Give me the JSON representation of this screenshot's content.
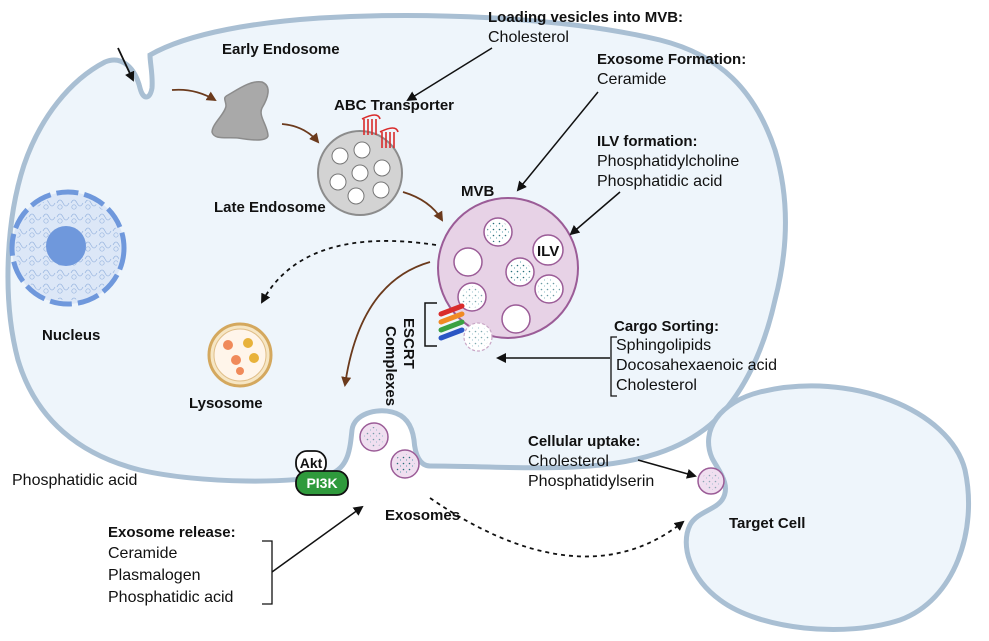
{
  "labels": {
    "early_endosome": "Early Endosome",
    "abc_transporter": "ABC Transporter",
    "late_endosome": "Late Endosome",
    "mvb": "MVB",
    "ilv": "ILV",
    "nucleus": "Nucleus",
    "lysosome": "Lysosome",
    "escrt": [
      "ESCRT",
      "Complexes"
    ],
    "akt": "Akt",
    "pi3k": "PI3K",
    "exosomes": "Exosomes",
    "target_cell": "Target Cell",
    "phosphatidic_acid_left": "Phosphatidic acid"
  },
  "annotations": {
    "loading": {
      "title": "Loading vesicles into MVB:",
      "items": [
        "Cholesterol"
      ]
    },
    "exosome_formation": {
      "title": "Exosome Formation:",
      "items": [
        "Ceramide"
      ]
    },
    "ilv_formation": {
      "title": "ILV formation:",
      "items": [
        "Phosphatidylcholine",
        "Phosphatidic acid"
      ]
    },
    "cargo_sorting": {
      "title": "Cargo Sorting:",
      "items": [
        "Sphingolipids",
        "Docosahexaenoic acid",
        "Cholesterol"
      ]
    },
    "cellular_uptake": {
      "title": "Cellular uptake:",
      "items": [
        "Cholesterol",
        "Phosphatidylserin"
      ]
    },
    "exosome_release": {
      "title": "Exosome release:",
      "items": [
        "Ceramide",
        "Plasmalogen",
        "Phosphatidic acid"
      ]
    }
  },
  "colors": {
    "cell_fill": "#eef5fb",
    "cell_stroke": "#a9bfd3",
    "mvb_fill": "#e7d2e6",
    "mvb_stroke": "#9b5c97",
    "nucleus": "#6f98dc",
    "pi3k": "#2f9a3c",
    "arrow_brown": "#6b3a1c",
    "escrt": [
      "#d92b2b",
      "#f08a24",
      "#3aa142",
      "#2a55c4"
    ]
  }
}
